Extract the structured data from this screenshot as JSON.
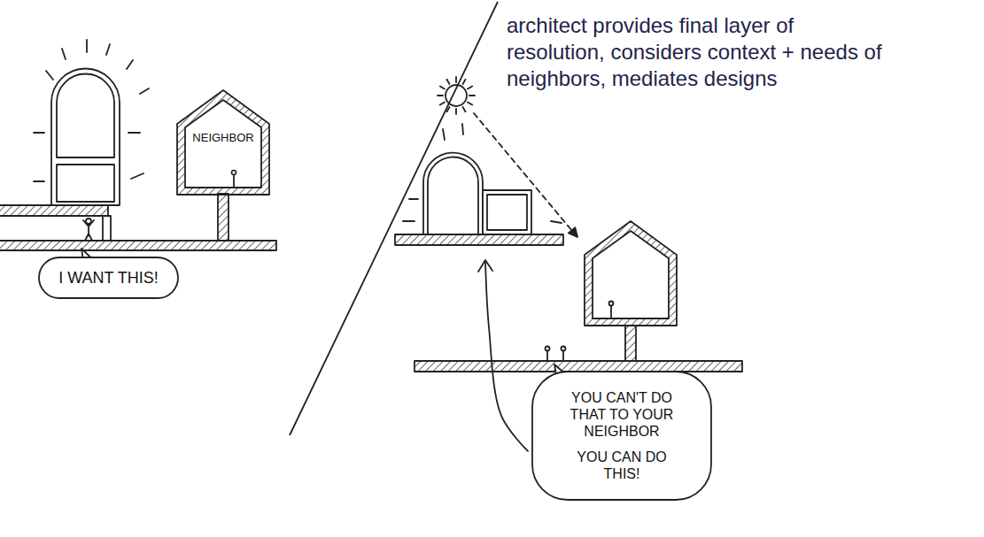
{
  "diagram": {
    "nodes": [
      {
        "text": [
          "NEIGHBOR"
        ]
      },
      {
        "text": [
          "I WANT THIS!"
        ]
      },
      {
        "text": [
          "YOU CAN'T DO THAT TO YOUR NEIGHBOR",
          "YOU CAN DO THIS!"
        ]
      }
    ],
    "labels": [
      "architect provides final layer of resolution, considers context + needs of neighbors, mediates designs"
    ]
  }
}
